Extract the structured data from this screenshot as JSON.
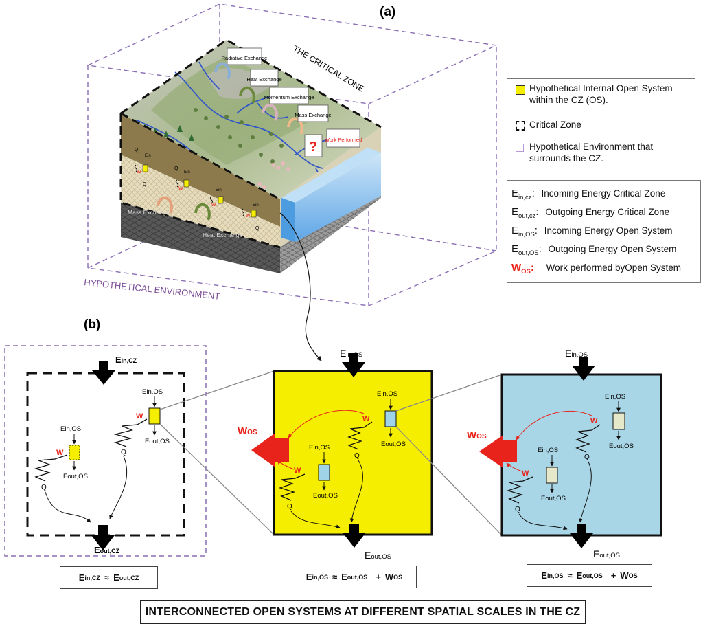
{
  "panel_a": {
    "label": "(a)",
    "critical_zone_label": "THE CRITICAL ZONE",
    "environment_label": "HYPOTHETICAL ENVIRONMENT",
    "callouts": {
      "radiative": "Radiative Exchange",
      "heat": "Heat Exchange",
      "momentum": "Momentum Exchange",
      "mass": "Mass Exchange",
      "work": "Work Performed",
      "question": "?"
    },
    "subsurface": {
      "mass_exchange": "Mass Exchange",
      "heat_exchange": "Heat Exchange"
    },
    "mini_labels": {
      "q": "Q",
      "w": "W",
      "e": "Ein"
    }
  },
  "legend": {
    "items": [
      {
        "text": "Hypothetical Internal Open System within the CZ (OS).",
        "color": "#f5ee00"
      },
      {
        "text": "Critical Zone"
      },
      {
        "text": "Hypothetical Environment that surrounds  the CZ."
      }
    ],
    "symbols": [
      {
        "main": "E",
        "sub": "in,cz",
        "desc": "Incoming Energy Critical Zone"
      },
      {
        "main": "E",
        "sub": "out,cz",
        "desc": "Outgoing Energy Critical Zone"
      },
      {
        "main": "E",
        "sub": "in,OS",
        "desc": "Incoming Energy Open System"
      },
      {
        "main": "E",
        "sub": "out,OS",
        "desc": "Outgoing Energy Open System"
      },
      {
        "main": "W",
        "sub": "OS",
        "desc": "Work performed byOpen System",
        "color": "#e8231b"
      }
    ]
  },
  "panel_b": {
    "label": "(b)",
    "box1": {
      "ein": {
        "main": "E",
        "sub": "in,CZ"
      },
      "eout": {
        "main": "E",
        "sub": "out,CZ"
      },
      "inner": {
        "ein": "Ein,OS",
        "eout": "Eout,OS",
        "w": "W",
        "q": "Q"
      }
    },
    "box2": {
      "ein": {
        "main": "E",
        "sub": "in,OS"
      },
      "eout": {
        "main": "E",
        "sub": "out,OS"
      },
      "wos": {
        "main": "W",
        "sub": "OS"
      },
      "inner": {
        "ein": "Ein,OS",
        "eout": "Eout,OS",
        "w": "W",
        "q": "Q"
      }
    },
    "box3": {
      "ein": {
        "main": "E",
        "sub": "in,OS"
      },
      "eout": {
        "main": "E",
        "sub": "out,OS"
      },
      "wos": {
        "main": "W",
        "sub": "OS"
      },
      "inner": {
        "ein": "Ein,OS",
        "eout": "Eout,OS",
        "w": "W",
        "q": "Q"
      }
    },
    "equations": {
      "eq1": {
        "lhs_main": "E",
        "lhs_sub": "in,CZ",
        "op": "≈",
        "rhs_main": "E",
        "rhs_sub": "out,CZ"
      },
      "eq2": {
        "lhs_main": "E",
        "lhs_sub": "in,OS",
        "op": "≈",
        "rhs_main": "E",
        "rhs_sub": "out,OS",
        "plus": "+",
        "w_main": "W",
        "w_sub": "OS"
      },
      "eq3": {
        "lhs_main": "E",
        "lhs_sub": "in,OS",
        "op": "≈",
        "rhs_main": "E",
        "rhs_sub": "out,OS",
        "plus": "+",
        "w_main": "W",
        "w_sub": "OS"
      }
    }
  },
  "footer_title": "INTERCONNECTED OPEN SYSTEMS AT DIFFERENT SPATIAL SCALES IN THE CZ",
  "colors": {
    "os_yellow": "#f5ee00",
    "os_blue": "#a9d6e6",
    "env_purple": "#8a6fb4",
    "work_red": "#e8231b",
    "inner_os_blue": "#9fd3e8",
    "inner_os_beige": "#e6e9c9"
  }
}
